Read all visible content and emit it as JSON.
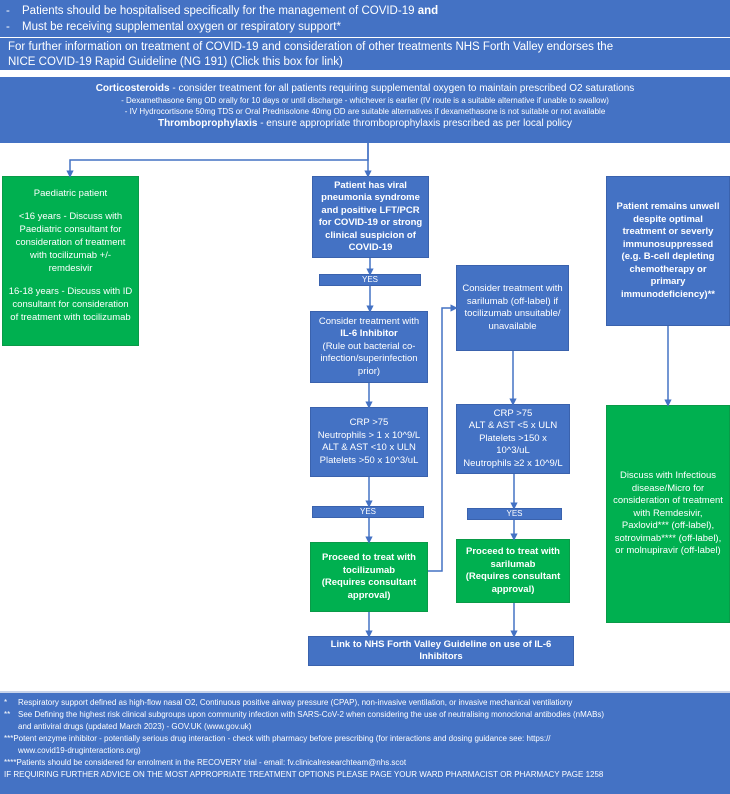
{
  "criteria": {
    "items": [
      {
        "bullet": "-",
        "text": "Patients should be hospitalised specifically for the management of COVID-19",
        "suffix_bold": " and"
      },
      {
        "bullet": "-",
        "text": "Must be receiving supplemental oxygen or respiratory support*",
        "suffix_bold": ""
      }
    ]
  },
  "nice_link": {
    "line1": "For further information on treatment of COVID-19 and consideration of other treatments NHS Forth Valley endorses the",
    "line2": "NICE COVID-19 Rapid Guideline (NG 191) (Click this box for link)"
  },
  "steroids": {
    "heading": "Corticosteroids",
    "heading_text": " - consider treatment  for all patients requiring supplemental oxygen to maintain prescribed  O2 saturations",
    "sub1": "- Dexamethasone 6mg OD orally for 10 days or until discharge - whichever is earlier (IV route is a suitable alternative if unable to swallow)",
    "sub2": "- IV Hydrocortisone 50mg TDS or Oral Prednisolone 40mg OD are suitable alternatives if dexamethasone is not suitable or not available",
    "thrombo_heading": "Thromboprophylaxis",
    "thrombo_text": " -  ensure appropriate thromboprophylaxis prescribed as per local policy"
  },
  "paeds": {
    "title": "Paediatric patient",
    "under16": "<16 years - Discuss with Paediatric consultant for consideration of treatment with tocilizumab +/- remdesivir",
    "age16_18": "16-18 years - Discuss with ID consultant for consideration of treatment with tocilizumab"
  },
  "flow": {
    "viral": "Patient has viral pneumonia syndrome and positive LFT/PCR for COVID-19 or strong clinical suspicion of COVID-19",
    "yes_label": "YES",
    "il6": {
      "line1": "Consider treatment with",
      "line2": "IL-6 Inhibitor",
      "line3": "(Rule out bacterial co-infection/superinfection prior)"
    },
    "crp1": [
      "CRP >75",
      "Neutrophils > 1 x 10^9/L",
      "ALT & AST <10 x ULN",
      "Platelets >50 x 10^3/uL"
    ],
    "toci": {
      "line1": "Proceed to treat with tocilizumab",
      "line2": "(Requires consultant approval)"
    },
    "sari_consider": "Consider treatment with sarilumab (off-label) if tocilizumab unsuitable/ unavailable",
    "crp2": [
      "CRP >75",
      "ALT & AST <5 x ULN",
      "Platelets >150 x 10^3/uL",
      "Neutrophils ≥2 x 10^9/L"
    ],
    "sari": {
      "line1": "Proceed to treat with sarilumab",
      "line2": "(Requires consultant approval)"
    },
    "il6_link": "Link to NHS Forth Valley Guideline on use of IL-6 Inhibitors",
    "unwell": "Patient remains unwell despite optimal treatment or severly immunosuppressed (e.g. B-cell depleting chemotherapy or primary immunodeficiency)**",
    "id_micro": "Discuss with Infectious disease/Micro for consideration of treatment with Remdesivir, Paxlovid*** (off-label), sotrovimab**** (off-label), or molnupiravir (off-label)"
  },
  "footnotes": [
    {
      "mark": "*",
      "text": "Respiratory support defined as high-flow nasal O2, Continuous positive airway pressure (CPAP), non-invasive ventilation, or invasive mechanical ventilationy"
    },
    {
      "mark": "**",
      "text": "See Defining the highest risk clinical subgroups upon community infection with SARS-CoV-2 when considering the use of neutralising monoclonal antibodies (nMABs)",
      "cont": "and antiviral drugs (updated March 2023) - GOV.UK (www.gov.uk)"
    },
    {
      "mark": "***",
      "text": "Potent enzyme inhibitor - potentially serious drug interaction - check with pharmacy before prescribing (for interactions and dosing guidance see:  https://",
      "cont": "www.covid19-druginteractions.org)"
    },
    {
      "mark": "****",
      "text": " Patients should be considered for enrolment in the RECOVERY trial - email: fv.clinicalresearchteam@nhs.scot"
    }
  ],
  "advice": "IF REQUIRING FURTHER ADVICE ON THE MOST APPROPRIATE TREATMENT OPTIONS PLEASE PAGE YOUR WARD PHARMACIST OR PHARMACY PAGE 1258",
  "colors": {
    "blue": "#4472c4",
    "green": "#00b050",
    "connector": "#4472c4"
  }
}
